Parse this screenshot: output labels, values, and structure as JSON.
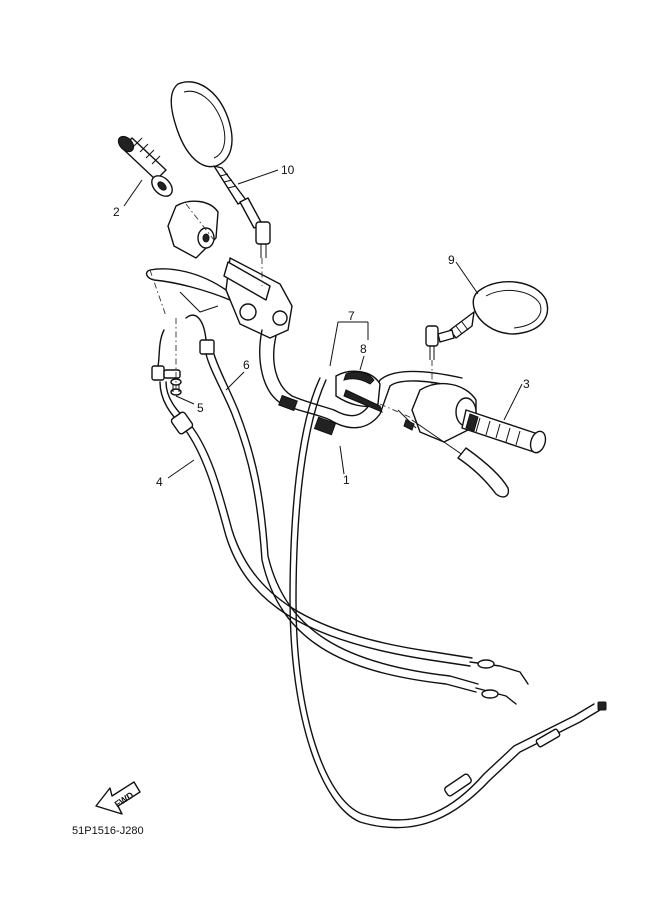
{
  "callouts": {
    "c1": "1",
    "c2": "2",
    "c3": "3",
    "c4": "4",
    "c5": "5",
    "c6": "6",
    "c7": "7",
    "c8": "8",
    "c9": "9",
    "c10": "10"
  },
  "direction_label": "FWD",
  "drawing_code": "51P1516-J280"
}
